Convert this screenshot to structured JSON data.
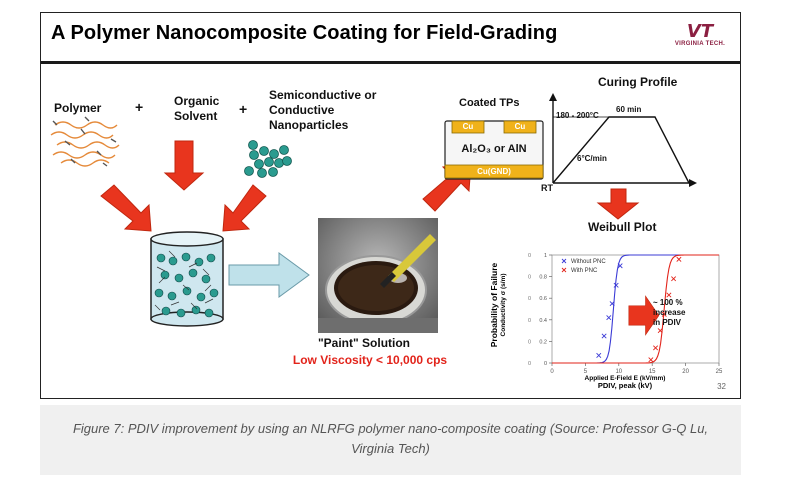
{
  "slide": {
    "title": "A Polymer Nanocomposite Coating for Field-Grading",
    "logo_mark": "VT",
    "logo_text": "VIRGINIA TECH.",
    "page_number": "32"
  },
  "inputs": {
    "polymer": "Polymer",
    "plus": "+",
    "solvent_line1": "Organic",
    "solvent_line2": "Solvent",
    "nano_line1": "Semiconductive or",
    "nano_line2": "Conductive",
    "nano_line3": "Nanoparticles"
  },
  "solution": {
    "label": "\"Paint\" Solution",
    "viscosity": "Low Viscosity < 10,000 cps"
  },
  "coated_tps": {
    "title": "Coated TPs",
    "cu_top_left": "Cu",
    "cu_top_right": "Cu",
    "substrate": "Al₂O₃ or AlN",
    "cu_bottom": "Cu(GND)"
  },
  "curing": {
    "title": "Curing Profile",
    "temp": "180 - 200°C",
    "time": "60 min",
    "ramp": "6°C/min",
    "rt": "RT"
  },
  "weibull": {
    "title": "Weibull Plot",
    "annotation_line1": "~ 100 %",
    "annotation_line2": "increase",
    "annotation_line3": "in PDIV"
  },
  "chart_data": {
    "type": "scatter",
    "title": "Weibull Plot",
    "xlabel_line1": "Applied E-Field E (kV/mm)",
    "xlabel_line2": "PDIV, peak (kV)",
    "ylabel_line1": "Probability of Failure",
    "ylabel_line2": "Conductivity σ (s/m)",
    "xlim": [
      0,
      25
    ],
    "ylim": [
      0,
      1
    ],
    "x_ticks": [
      "0",
      "5",
      "10",
      "15",
      "20",
      "25"
    ],
    "y_ticks": [
      "0",
      "0.2",
      "0.4",
      "0.6",
      "0.8",
      "1"
    ],
    "y_ticks_right": [
      "0",
      "0",
      "0",
      "0",
      "0",
      "0"
    ],
    "legend_placement": "top-left",
    "grid": false,
    "series": [
      {
        "name": "Without PNC",
        "color": "#3b3bd6",
        "marker": "x",
        "x": [
          7.0,
          7.8,
          8.5,
          9.0,
          9.6,
          10.2
        ],
        "y": [
          0.07,
          0.25,
          0.42,
          0.55,
          0.72,
          0.9
        ],
        "curve_mid": 9.2,
        "curve_slope": 0.7
      },
      {
        "name": "With PNC",
        "color": "#e2231a",
        "marker": "x",
        "x": [
          14.8,
          15.5,
          16.2,
          16.8,
          17.5,
          18.2,
          19.0
        ],
        "y": [
          0.03,
          0.14,
          0.3,
          0.45,
          0.63,
          0.78,
          0.96
        ],
        "curve_mid": 16.8,
        "curve_slope": 0.8
      }
    ]
  },
  "caption": {
    "line1": "Figure 7: PDIV improvement by using an NLRFG polymer nano-composite coating (Source: Professor G-Q Lu,",
    "line2": "Virginia Tech)"
  }
}
